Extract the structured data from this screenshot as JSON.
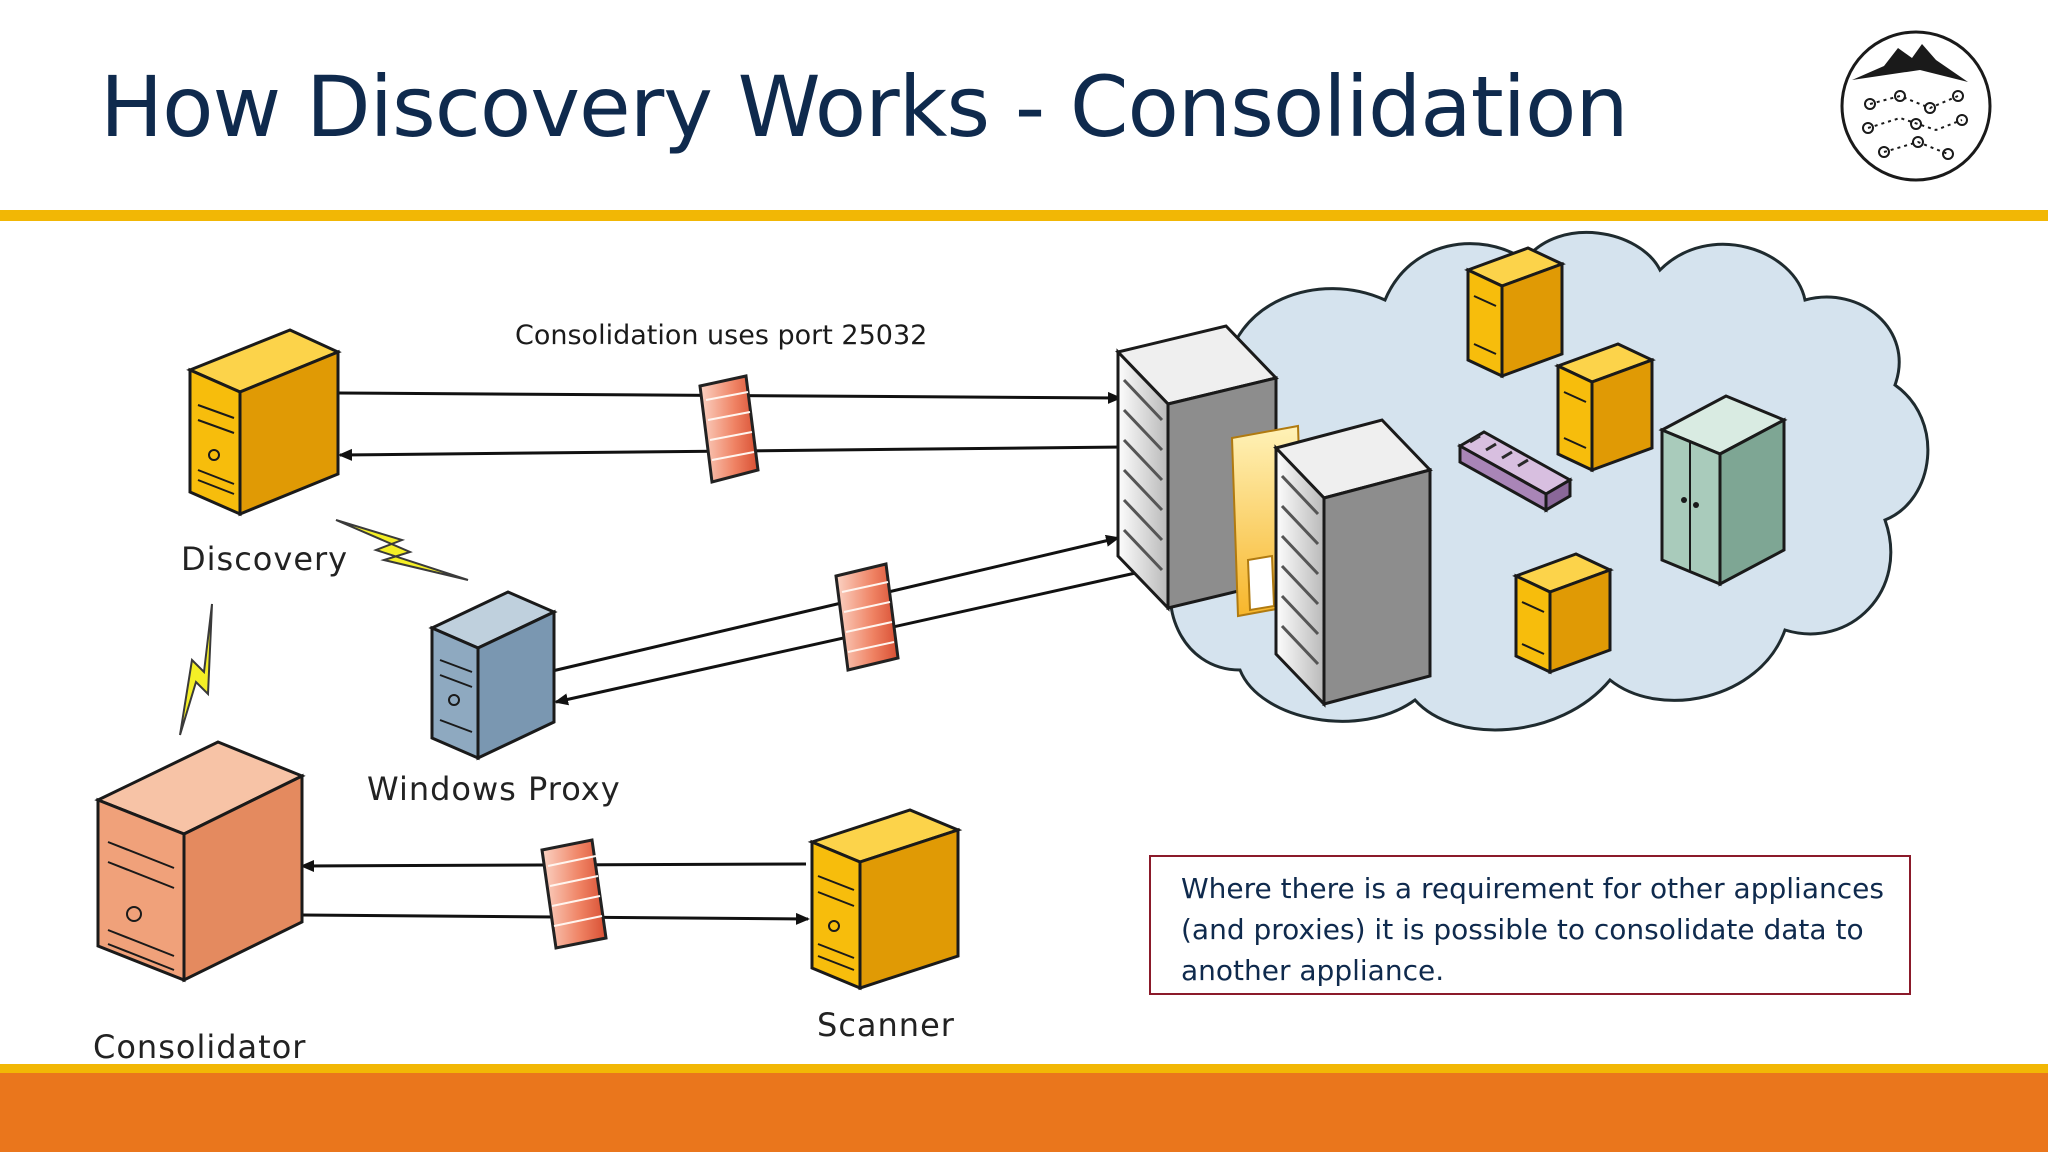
{
  "slide": {
    "title": "How Discovery Works - Consolidation",
    "port_note": "Consolidation uses port 25032",
    "note": "Where there is a requirement for other appliances (and proxies) it is possible to consolidate data to another appliance."
  },
  "nodes": {
    "discovery": "Discovery",
    "windows_proxy": "Windows Proxy",
    "consolidator": "Consolidator",
    "scanner": "Scanner"
  },
  "colors": {
    "title": "#0f2a4d",
    "rule_yellow": "#f2b705",
    "footer_orange": "#ea761c",
    "server_yellow": "#f7bd0c",
    "server_orange": "#f0a17a",
    "server_blue": "#8ea9c0",
    "cloud": "#d5e3ee",
    "firewall": "#e96a4c",
    "note_border": "#8b1a2a"
  },
  "icons": [
    "logo-icon",
    "server-icon",
    "firewall-icon",
    "lightning-icon",
    "cloud-icon",
    "network-switch-icon",
    "data-center-icon",
    "cabinet-icon"
  ]
}
